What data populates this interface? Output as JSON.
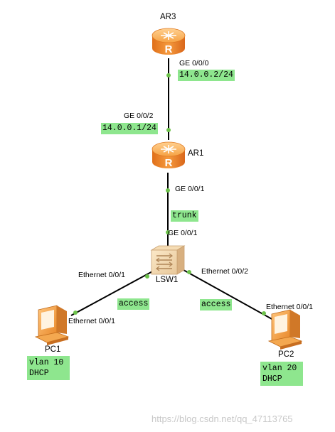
{
  "devices": {
    "ar3": "AR3",
    "ar1": "AR1",
    "lsw1": "LSW1",
    "pc1": "PC1",
    "pc2": "PC2"
  },
  "ports": {
    "ar3_ge000": "GE 0/0/0",
    "ar1_ge002": "GE 0/0/2",
    "ar1_ge001": "GE 0/0/1",
    "lsw1_ge001": "GE 0/0/1",
    "lsw1_eth001": "Ethernet 0/0/1",
    "lsw1_eth002": "Ethernet 0/0/2",
    "pc1_eth001": "Ethernet 0/0/1",
    "pc2_eth001": "Ethernet 0/0/1"
  },
  "tags": {
    "ip_ar3": "14.0.0.2/24",
    "ip_ar1": "14.0.0.1/24",
    "trunk": "trunk",
    "access_left": "access",
    "access_right": "access"
  },
  "pc1_info": {
    "vlan": "vlan 10",
    "mode": "DHCP"
  },
  "pc2_info": {
    "vlan": "vlan 20",
    "mode": "DHCP"
  },
  "colors": {
    "router_orange": "#f08a2a",
    "tag_green": "#8ee68e",
    "port_dot": "#6cc24a",
    "link": "#000000"
  },
  "watermark": "https://blog.csdn.net/qq_47113765"
}
